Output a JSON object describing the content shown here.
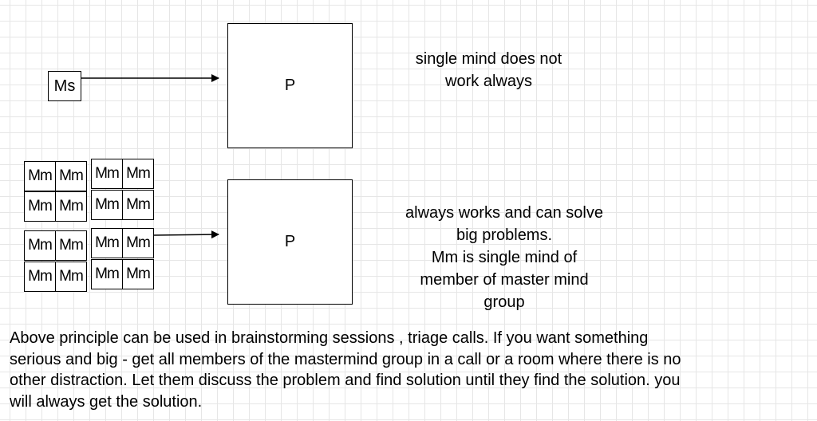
{
  "diagram": {
    "single_mind": {
      "label": "Ms"
    },
    "problem_top": {
      "label": "P"
    },
    "problem_bottom": {
      "label": "P"
    },
    "mastermind_cell_label": "Mm",
    "note_single": [
      "single mind does not",
      "work always"
    ],
    "note_group": [
      "always works and can solve",
      "big problems.",
      "Mm is single mind of",
      "member of master mind",
      "group"
    ],
    "principle_text": [
      "Above principle can be used in brainstorming sessions , triage calls. If you want something",
      "serious and big - get all members of the mastermind group in a call or a room where there is no",
      "other distraction. Let them discuss the problem and find solution until they find the solution. you",
      "will always get the solution."
    ]
  }
}
